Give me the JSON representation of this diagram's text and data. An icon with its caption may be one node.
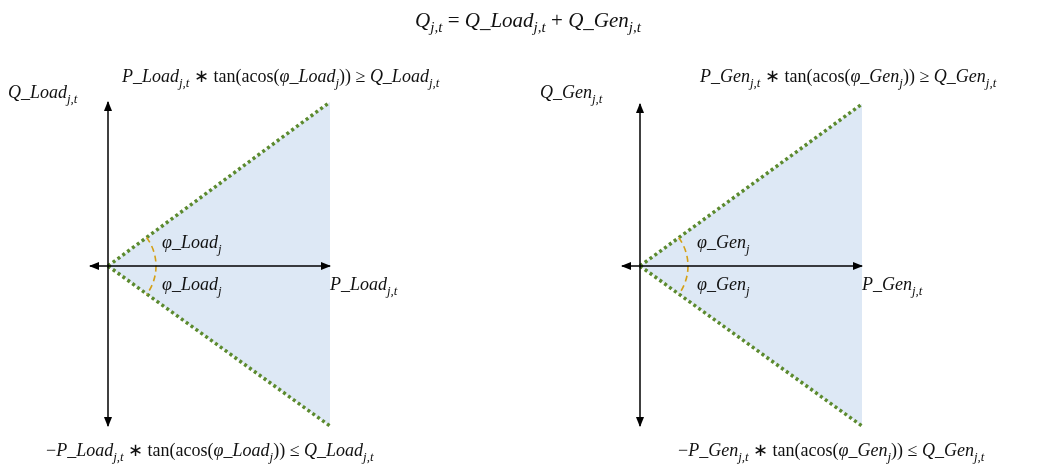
{
  "diagram": {
    "title": "*Q*$_{j,t}$ = *Q_Load*$_{j,t}$ + *Q_Gen*$_{j,t}$",
    "labels": [
      "*Q_Load*$_{j,t}$",
      "*P_Load*$_{j,t}$ ∗ tan(acos(*φ_Load*$_{j}$)) ≥ *Q_Load*$_{j,t}$",
      "*Q_Gen*$_{j,t}$",
      "*P_Gen*$_{j,t}$ ∗ tan(acos(*φ_Gen*$_{j}$)) ≥ *Q_Gen*$_{j,t}$",
      "*φ_Load*$_{j}$",
      "*φ_Load*$_{j}$",
      "*P_Load*$_{j,t}$",
      "*φ_Gen*$_{j}$",
      "*φ_Gen*$_{j}$",
      "*P_Gen*$_{j,t}$",
      "−*P_Load*$_{j,t}$ ∗ tan(acos(*φ_Load*$_{j}$)) ≤ *Q_Load*$_{j,t}$",
      "−*P_Gen*$_{j,t}$ ∗ tan(acos(*φ_Gen*$_{j}$)) ≤ *Q_Gen*$_{j,t}$"
    ]
  }
}
